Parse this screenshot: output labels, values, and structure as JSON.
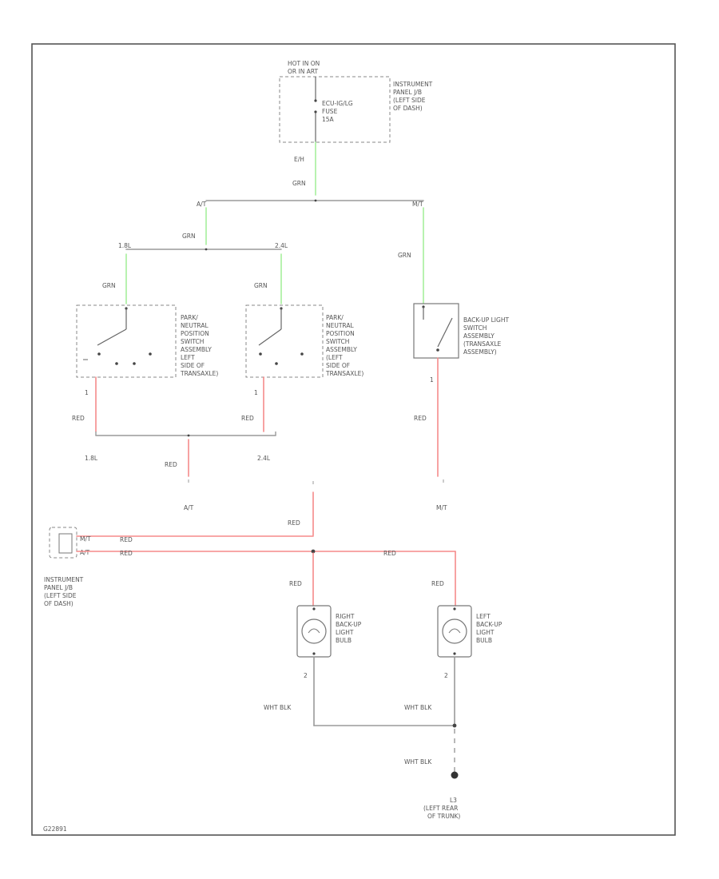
{
  "colors": {
    "red_wire": "#f58a8a",
    "green_wire": "#a6ef9c",
    "gray_wire": "#9a9a9a",
    "line": "#666666"
  },
  "fuse_block": {
    "header_line1": "HOT IN ON",
    "header_line2": "OR IN ART",
    "fuse_line1": "ECU-IG/LG",
    "fuse_line2": "FUSE",
    "fuse_line3": "15A",
    "junction_line1": "INSTRUMENT",
    "junction_line2": "PANEL J/B",
    "junction_line3": "(LEFT SIDE",
    "junction_line4": "OF DASH)",
    "pin": "E/H"
  },
  "labels": {
    "grn": "GRN",
    "red": "RED",
    "at": "A/T",
    "mt": "M/T",
    "at_bottom": "A/T",
    "mt_bottom": "M/T",
    "one_al": "1.8L",
    "two_al": "2.4L",
    "one_al_bottom": "1.8L",
    "two_al_bottom": "2.4L",
    "wht_blk": "WHT BLK",
    "pin_1": "1",
    "pin_2": "2"
  },
  "switch_1": {
    "line1": "PARK/",
    "line2": "NEUTRAL",
    "line3": "POSITION",
    "line4": "SWITCH",
    "line5": "ASSEMBLY",
    "line6": "LEFT",
    "line7": "SIDE OF",
    "line8": "TRANSAXLE)"
  },
  "switch_2": {
    "line1": "PARK/",
    "line2": "NEUTRAL",
    "line3": "POSITION",
    "line4": "SWITCH",
    "line5": "ASSEMBLY",
    "line6": "(LEFT",
    "line7": "SIDE OF",
    "line8": "TRANSAXLE)"
  },
  "backup_switch": {
    "line1": "BACK-UP LIGHT",
    "line2": "SWITCH",
    "line3": "ASSEMBLY",
    "line4": "(TRANSAXLE",
    "line5": "ASSEMBLY)"
  },
  "connector": {
    "pin_upper": "M/T",
    "pin_lower": "A/T",
    "line1": "INSTRUMENT",
    "line2": "PANEL J/B",
    "line3": "(LEFT SIDE",
    "line4": "OF DASH)"
  },
  "right_bulb": {
    "line1": "RIGHT",
    "line2": "BACK-UP",
    "line3": "LIGHT",
    "line4": "BULB"
  },
  "left_bulb": {
    "line1": "LEFT",
    "line2": "BACK-UP",
    "line3": "LIGHT",
    "line4": "BULB"
  },
  "ground": {
    "id": "L3",
    "line1": "(LEFT REAR",
    "line2": "OF TRUNK)"
  },
  "footer_code": "G22891"
}
